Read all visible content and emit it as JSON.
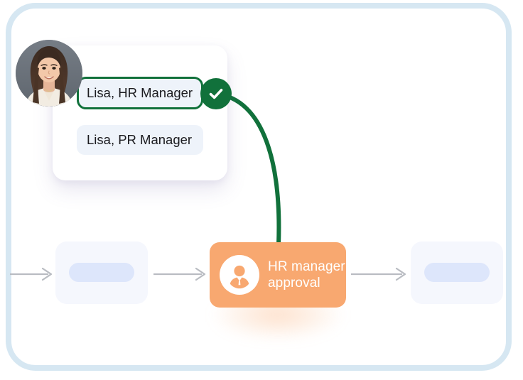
{
  "frame": {
    "border_color": "#d6e7f2",
    "canvas_color": "#ffffff"
  },
  "workflow": {
    "nodes": [
      {
        "id": "placeholder-left",
        "type": "placeholder",
        "label": ""
      },
      {
        "id": "hr-manager-approval",
        "type": "active",
        "label": "HR manager\napproval",
        "color": "#f8a870",
        "icon": "person-icon"
      },
      {
        "id": "placeholder-right",
        "type": "placeholder",
        "label": ""
      }
    ],
    "connectors": [
      {
        "id": "arrow-0",
        "icon": "arrow-right-icon"
      },
      {
        "id": "arrow-1",
        "icon": "arrow-right-icon"
      },
      {
        "id": "arrow-2",
        "icon": "arrow-right-icon"
      },
      {
        "id": "arrow-3",
        "icon": "arrow-right-icon"
      }
    ],
    "arrow_color": "#b9bcc2",
    "assignment_link_color": "#11713b"
  },
  "assignee_dropdown": {
    "avatar": {
      "icon": "user-avatar-photo",
      "alt": "Lisa"
    },
    "options": [
      {
        "label": "Lisa, HR Manager",
        "selected": true
      },
      {
        "label": "Lisa, PR Manager",
        "selected": false
      }
    ],
    "selected_badge": {
      "icon": "check-icon",
      "color": "#11713b"
    },
    "option_bg": "#eef3fa",
    "selected_border": "#11713b"
  }
}
